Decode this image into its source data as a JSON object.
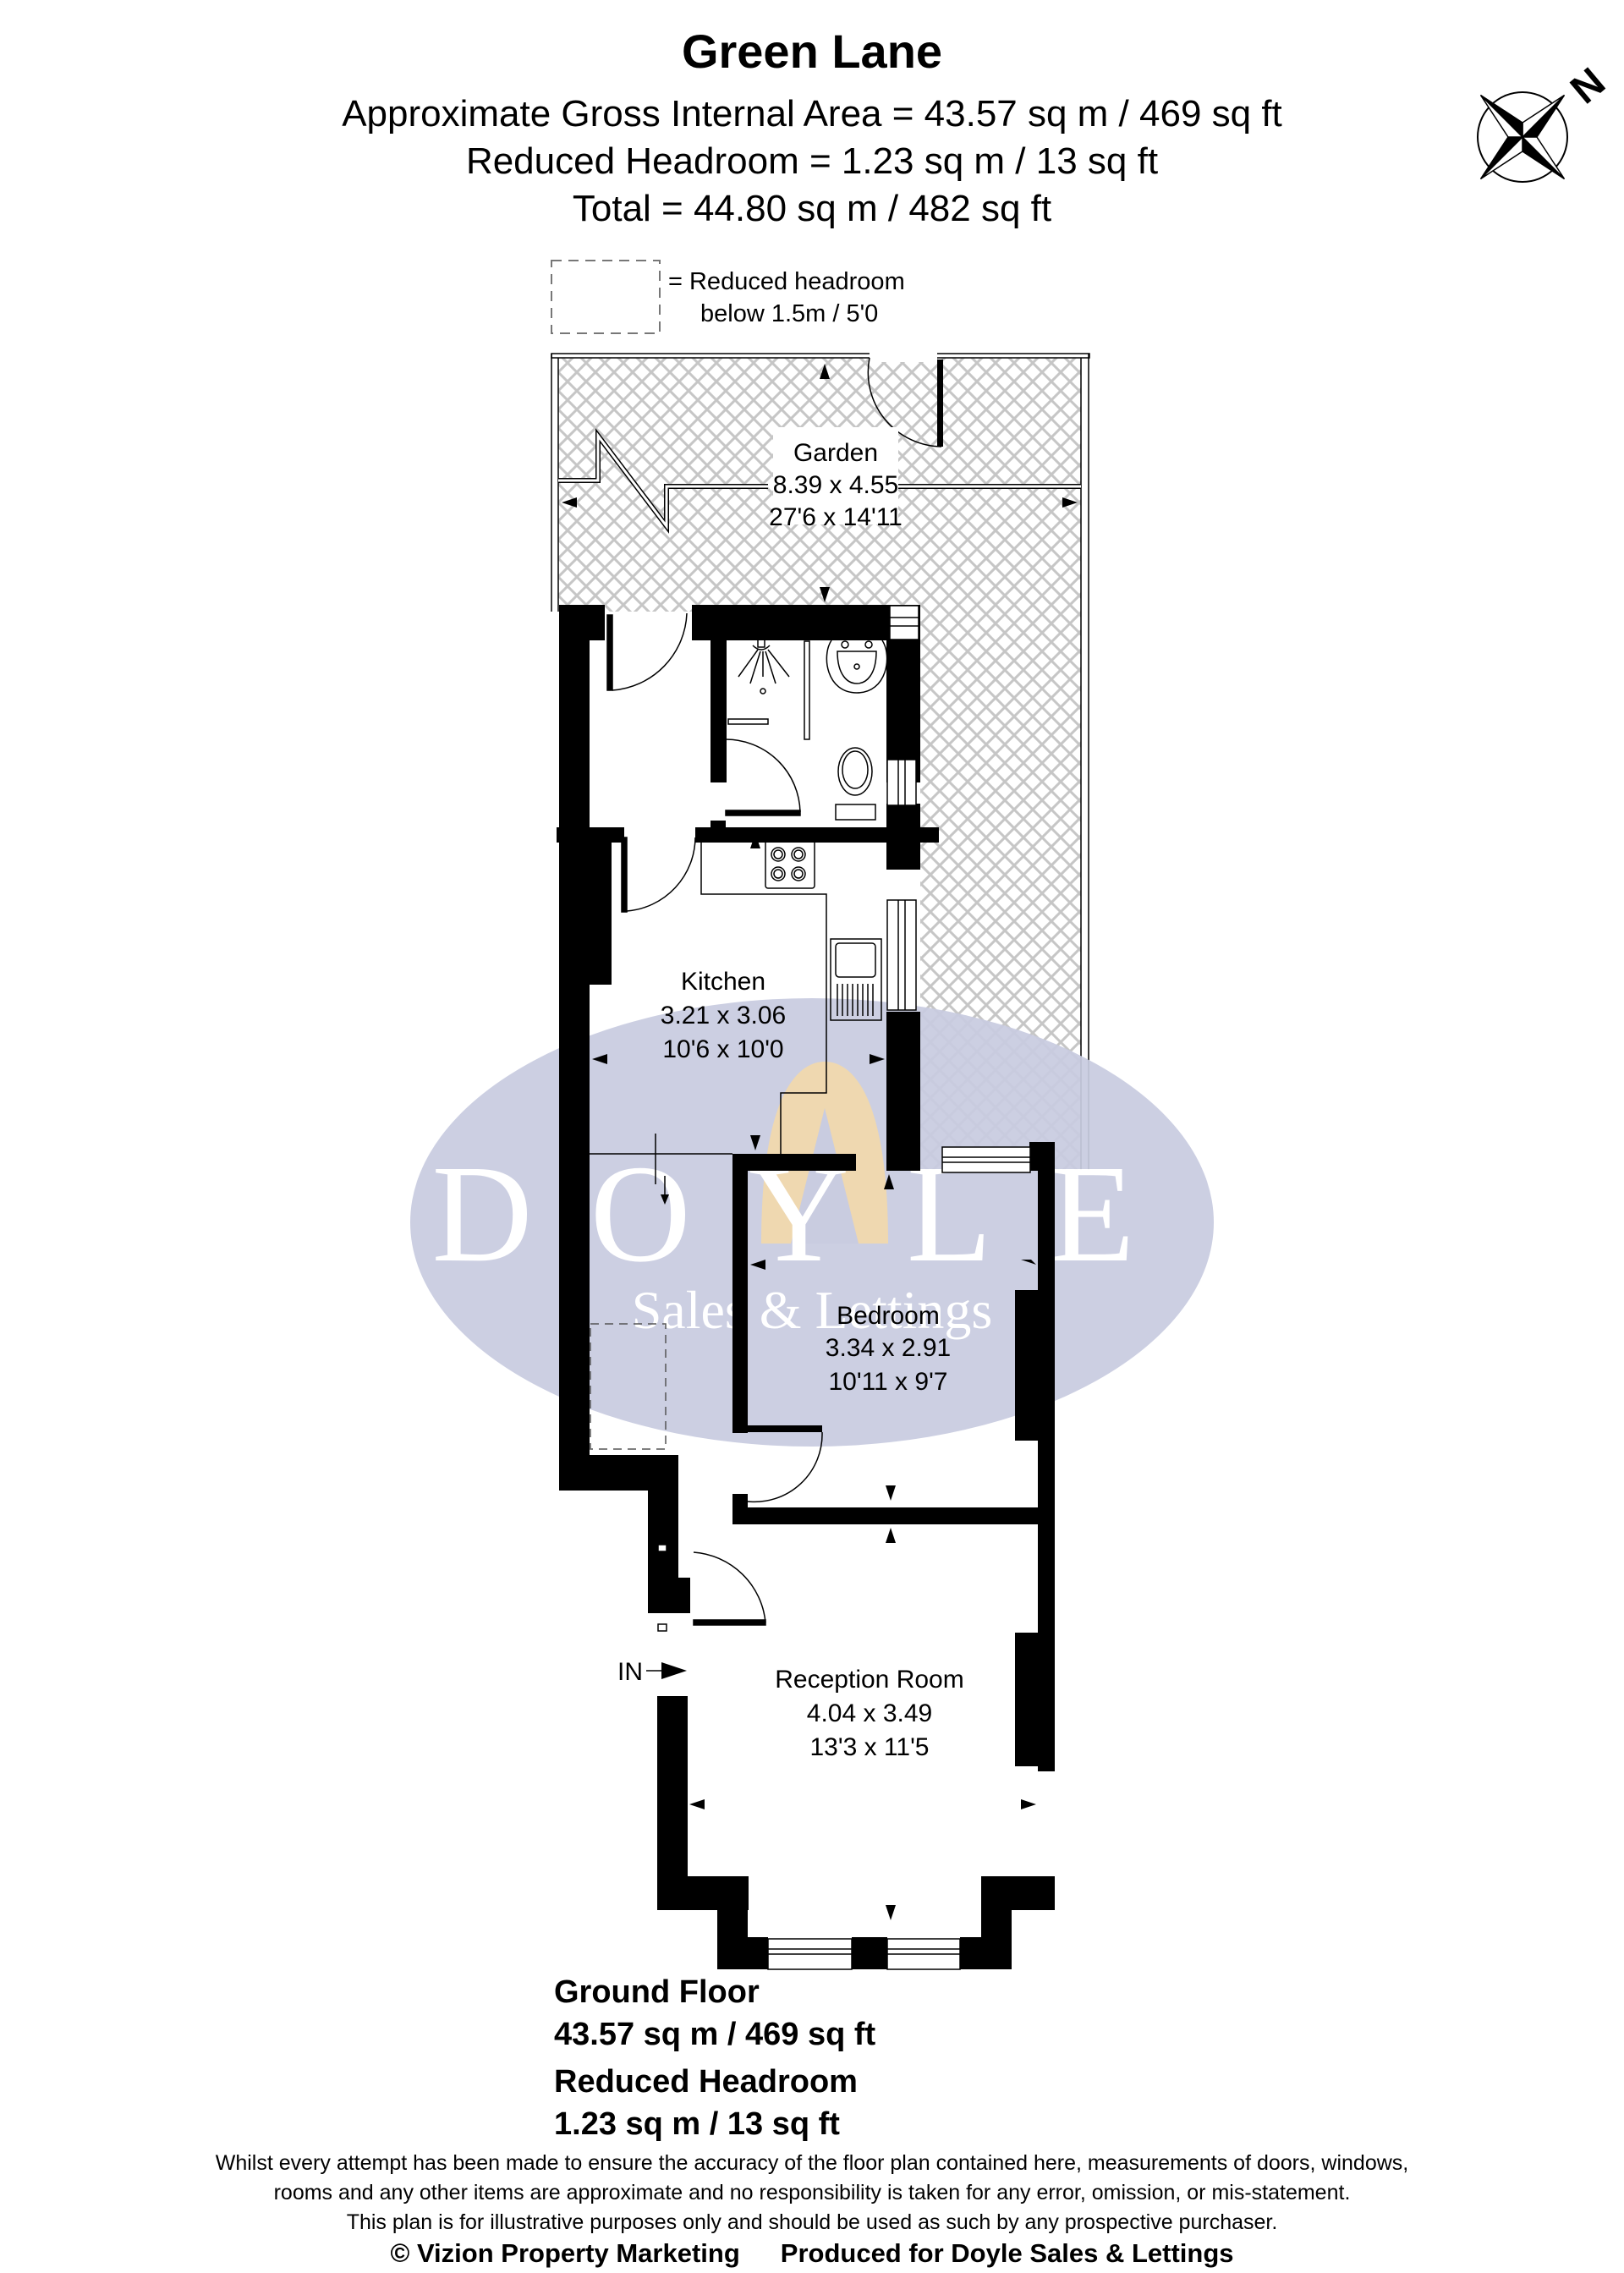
{
  "header": {
    "title": "Green Lane",
    "gross_internal_area": "Approximate Gross Internal Area = 43.57 sq m / 469 sq ft",
    "reduced_headroom": "Reduced Headroom = 1.23 sq m / 13 sq ft",
    "total": "Total = 44.80 sq m / 482 sq ft"
  },
  "compass": {
    "icon": "compass-rose-icon",
    "label": "N"
  },
  "legend": {
    "symbol": "dashed-rectangle",
    "line1": "= Reduced headroom",
    "line2": "below 1.5m / 5'0"
  },
  "rooms": [
    {
      "name": "Garden",
      "metric": "8.39 x 4.55",
      "imperial": "27'6 x 14'11"
    },
    {
      "name": "Kitchen",
      "metric": "3.21 x 3.06",
      "imperial": "10'6 x 10'0"
    },
    {
      "name": "Bedroom",
      "metric": "3.34 x 2.91",
      "imperial": "10'11 x 9'7"
    },
    {
      "name": "Reception Room",
      "metric": "4.04 x 3.49",
      "imperial": "13'3 x 11'5"
    }
  ],
  "entrance": {
    "label": "IN"
  },
  "watermark": {
    "brand": "DOYLE",
    "tagline": "Sales & Lettings",
    "ellipse_color": "#c8cbe0",
    "sun_color": "#f6d9a6"
  },
  "floor_summary": {
    "floor_name": "Ground Floor",
    "floor_area": "43.57 sq m / 469 sq ft",
    "headroom_label": "Reduced Headroom",
    "headroom_area": "1.23 sq m / 13 sq ft"
  },
  "disclaimer": {
    "line1": "Whilst every attempt has been made to ensure the accuracy of the floor plan contained here, measurements of doors, windows,",
    "line2": "rooms and any other items are approximate and no responsibility is taken for any error, omission, or mis-statement.",
    "line3": "This plan is for illustrative purposes only and should be used as such by any prospective purchaser."
  },
  "credits": {
    "copyright": "© Vizion Property Marketing",
    "produced_for": "Produced for Doyle Sales & Lettings"
  }
}
